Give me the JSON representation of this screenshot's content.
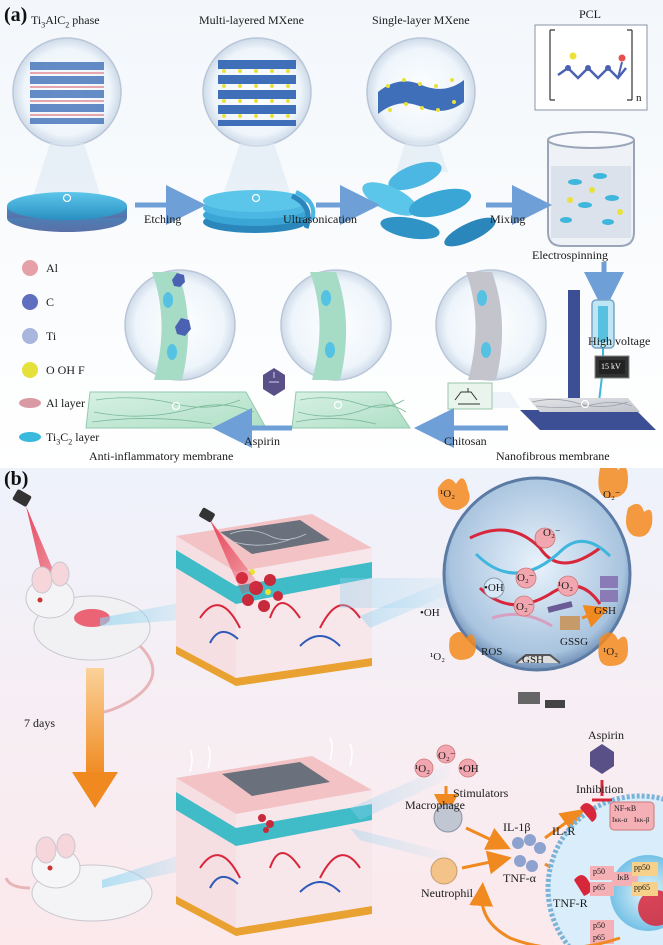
{
  "panel_a": {
    "tag": "(a)",
    "stages": {
      "ti3alc2": {
        "main": "Ti",
        "s1": "3",
        "mid": "AlC",
        "s2": "2",
        "tail": " phase"
      },
      "multi": "Multi-layered MXene",
      "single": "Single-layer MXene",
      "pcl": "PCL",
      "pcl_sub": "n"
    },
    "steps": {
      "etching": "Etching",
      "ultrasonication": "Ultrasonication",
      "mixing": "Mixing",
      "electrospinning": "Electrospinning",
      "high_voltage": "High voltage",
      "voltage_value": "15 kV",
      "chitosan": "Chitosan",
      "aspirin": "Aspirin"
    },
    "products": {
      "nanofibrous": "Nanofibrous membrane",
      "anti_inflammatory": "Anti-inflammatory membrane"
    },
    "legend": [
      {
        "label": "Al",
        "color": "#e6a0a8"
      },
      {
        "label": "C",
        "color": "#5f6fbf"
      },
      {
        "label": "Ti",
        "color": "#a9b6dd"
      },
      {
        "label": "O OH F",
        "color": "#e6e03a"
      },
      {
        "label": "Al layer",
        "color": "#d99aa4"
      },
      {
        "label_main": "Ti",
        "label_sub": "3",
        "label_mid": "C",
        "label_sub2": "2",
        "label_tail": " layer",
        "color": "#38b9dd"
      }
    ]
  },
  "panel_b": {
    "tag": "(b)",
    "ros_labels": {
      "singlet": "¹O₂",
      "superoxide": "O₂⁻",
      "hydroxyl": "•OH",
      "gssg": "GSSG",
      "gsh": "GSH",
      "ros": "ROS"
    },
    "days": "7 days",
    "stimuli": {
      "superoxide": "O₂⁻",
      "singlet": "¹O₂",
      "hydroxyl": "•OH",
      "label": "Stimulators"
    },
    "cells": {
      "macrophage": "Macrophage",
      "neutrophil": "Neutrophil"
    },
    "cytokines": {
      "il1b": "IL-1β",
      "tnfa": "TNF-α"
    },
    "receptors": {
      "ilr": "IL-R",
      "tnfr": "TNF-R"
    },
    "aspirin": "Aspirin",
    "inhibition": "Inhibition",
    "pathway": {
      "nfkb": "NF-κB",
      "ikka": "Iκκ-α",
      "ikkb": "Iκκ-β",
      "p50": "p50",
      "p65": "p65",
      "ikb": "IκB",
      "pp50": "pp50",
      "pp65": "pp65"
    }
  },
  "colors": {
    "mxene_blue": "#3fb6dc",
    "arrow_blue": "#6e9fd6",
    "arrow_orange": "#f0891f",
    "laser_red": "#e8344b",
    "membrane_green": "#cfeede",
    "skin_pink": "#f2c2c4"
  }
}
